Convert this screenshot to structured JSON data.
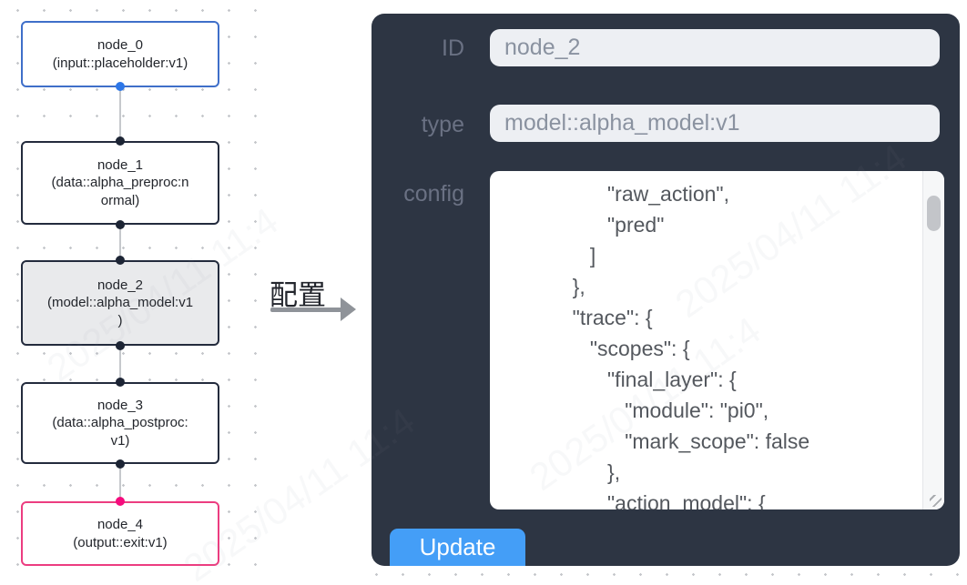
{
  "canvas": {
    "nodes": [
      {
        "title": "node_0",
        "lines": [
          "node_0",
          "(input::placeholder:v1)"
        ]
      },
      {
        "title": "node_1",
        "lines": [
          "node_1",
          "(data::alpha_preproc:n",
          "ormal)"
        ]
      },
      {
        "title": "node_2",
        "lines": [
          "node_2",
          "(model::alpha_model:v1",
          ")"
        ]
      },
      {
        "title": "node_3",
        "lines": [
          "node_3",
          "(data::alpha_postproc:",
          "v1)"
        ]
      },
      {
        "title": "node_4",
        "lines": [
          "node_4",
          "(output::exit:v1)"
        ]
      }
    ]
  },
  "transition": {
    "label": "配置"
  },
  "panel": {
    "rows": [
      {
        "label": "ID",
        "value": "node_2"
      },
      {
        "label": "type",
        "value": "model::alpha_model:v1"
      },
      {
        "label": "config"
      }
    ],
    "config_lines": [
      "                  \"raw_action\",",
      "                  \"pred\"",
      "               ]",
      "            },",
      "            \"trace\": {",
      "               \"scopes\": {",
      "                  \"final_layer\": {",
      "                     \"module\": \"pi0\",",
      "                     \"mark_scope\": false",
      "                  },",
      "                  \"action_model\": {"
    ],
    "update_label": "Update"
  },
  "watermark": {
    "text": "2025/04/11 11:4"
  },
  "colors": {
    "panel_bg": "#2d3543",
    "accent_blue": "#449ef7",
    "node_selected_bg": "#e9eaec",
    "input_node_border": "#3f6fc9",
    "output_node_border": "#ec3d80",
    "default_node_border": "#232b3d",
    "handle_dark": "#1d2535",
    "handle_blue": "#2d77e8",
    "handle_pink": "#f50c7d"
  }
}
